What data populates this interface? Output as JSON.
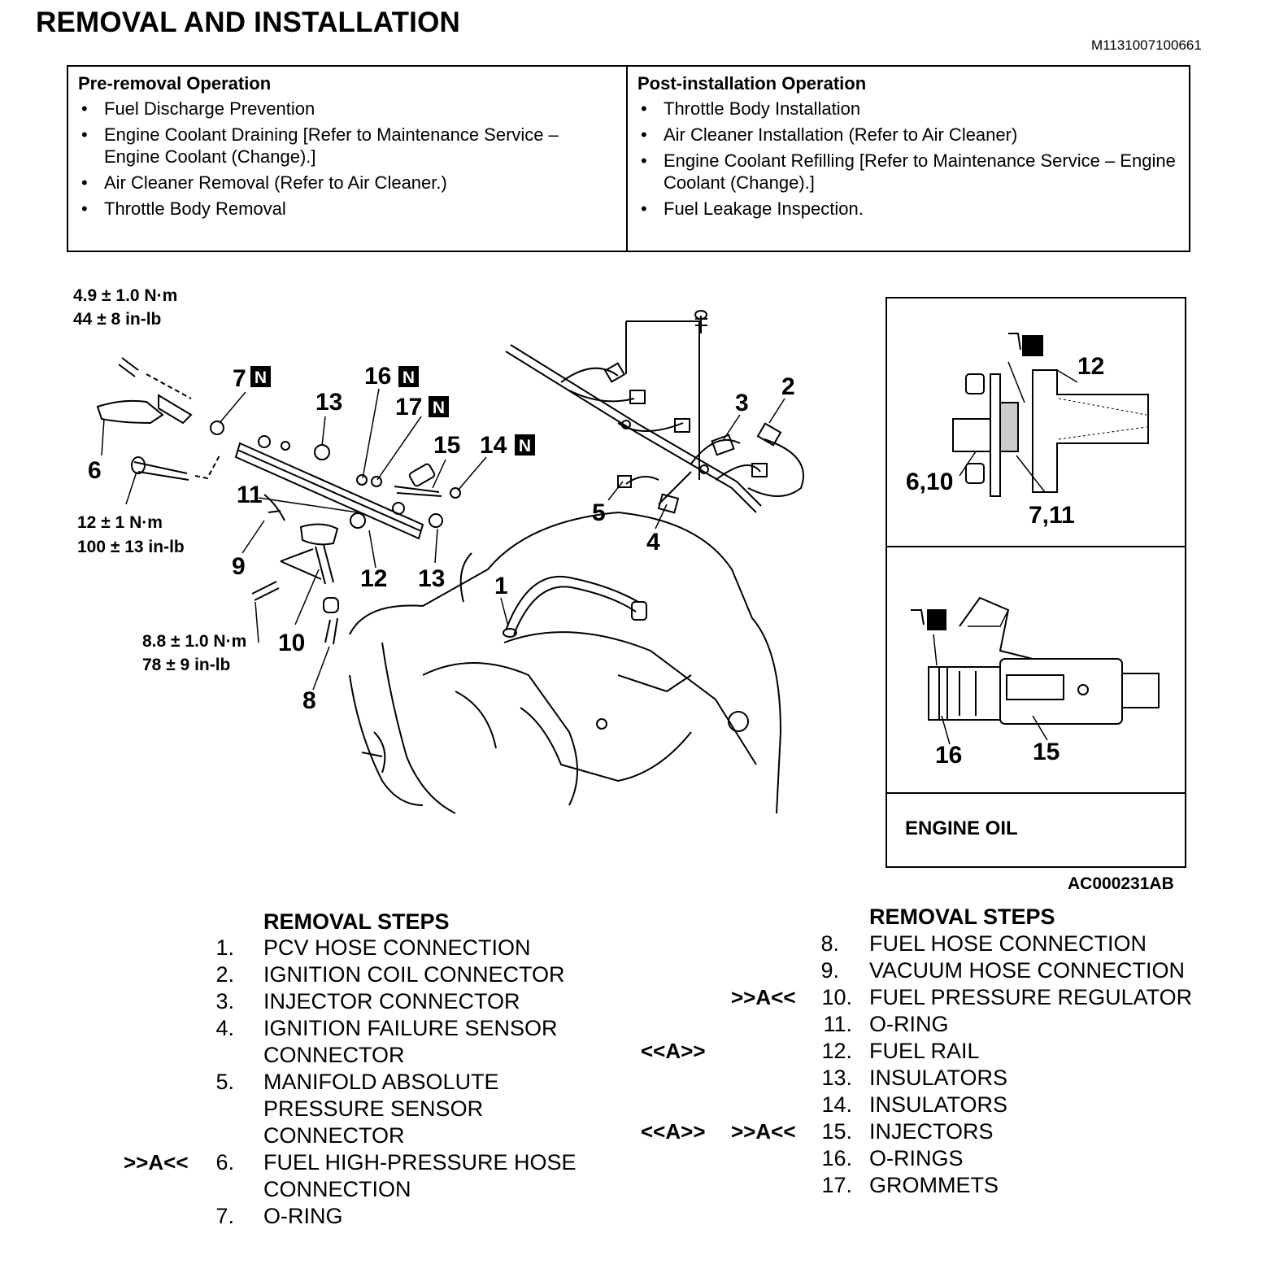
{
  "title": "REMOVAL AND INSTALLATION",
  "doc_id": "M1131007100661",
  "pre_removal": {
    "heading": "Pre-removal Operation",
    "items": [
      "Fuel Discharge Prevention",
      "Engine Coolant Draining [Refer to Maintenance Service – Engine Coolant (Change).]",
      "Air Cleaner Removal (Refer to Air Cleaner.)",
      "Throttle Body Removal"
    ]
  },
  "post_installation": {
    "heading": "Post-installation Operation",
    "items": [
      "Throttle Body Installation",
      "Air Cleaner Installation (Refer to Air Cleaner)",
      "Engine Coolant Refilling [Refer to Maintenance Service – Engine Coolant (Change).]",
      "Fuel Leakage Inspection."
    ]
  },
  "figure": {
    "torque_1": [
      "4.9 ± 1.0 N·m",
      "44 ± 8 in-lb"
    ],
    "torque_2": [
      "12 ± 1 N·m",
      "100 ± 13 in-lb"
    ],
    "torque_3": [
      "8.8 ± 1.0 N·m",
      "78 ± 9 in-lb"
    ],
    "callouts": {
      "c1": "1",
      "c2": "2",
      "c3": "3",
      "c4": "4",
      "c5": "5",
      "c6": "6",
      "c7": "7",
      "c8": "8",
      "c9": "9",
      "c10": "10",
      "c11": "11",
      "c12": "12",
      "c13a": "13",
      "c13b": "13",
      "c14": "14",
      "c15": "15",
      "c16": "16",
      "c17": "17"
    },
    "new_part_mark": "N",
    "detail_top": {
      "c12": "12",
      "c610": "6,10",
      "c711": "7,11"
    },
    "detail_bottom": {
      "c16": "16",
      "c15": "15"
    },
    "legend_label": "ENGINE OIL",
    "figure_id": "AC000231AB"
  },
  "removal_steps_left": {
    "heading": "REMOVAL STEPS",
    "steps": [
      {
        "num": "1.",
        "lines": [
          "PCV HOSE CONNECTION"
        ],
        "mark_a": "",
        "mark_b": ""
      },
      {
        "num": "2.",
        "lines": [
          "IGNITION COIL CONNECTOR"
        ],
        "mark_a": "",
        "mark_b": ""
      },
      {
        "num": "3.",
        "lines": [
          "INJECTOR CONNECTOR"
        ],
        "mark_a": "",
        "mark_b": ""
      },
      {
        "num": "4.",
        "lines": [
          "IGNITION FAILURE SENSOR",
          "CONNECTOR"
        ],
        "mark_a": "",
        "mark_b": ""
      },
      {
        "num": "5.",
        "lines": [
          "MANIFOLD ABSOLUTE",
          "PRESSURE SENSOR",
          "CONNECTOR"
        ],
        "mark_a": "",
        "mark_b": ""
      },
      {
        "num": "6.",
        "lines": [
          "FUEL HIGH-PRESSURE HOSE",
          "CONNECTION"
        ],
        "mark_a": "",
        "mark_b": ">>A<<"
      },
      {
        "num": "7.",
        "lines": [
          "O-RING"
        ],
        "mark_a": "",
        "mark_b": ""
      }
    ]
  },
  "removal_steps_right": {
    "heading": "REMOVAL STEPS",
    "steps": [
      {
        "num": "8.",
        "lines": [
          "FUEL HOSE CONNECTION"
        ],
        "mark_a": "",
        "mark_b": ""
      },
      {
        "num": "9.",
        "lines": [
          "VACUUM HOSE CONNECTION"
        ],
        "mark_a": "",
        "mark_b": ""
      },
      {
        "num": "10.",
        "lines": [
          "FUEL PRESSURE REGULATOR"
        ],
        "mark_a": "",
        "mark_b": ">>A<<"
      },
      {
        "num": "11.",
        "lines": [
          "O-RING"
        ],
        "mark_a": "",
        "mark_b": ""
      },
      {
        "num": "12.",
        "lines": [
          "FUEL RAIL"
        ],
        "mark_a": "<<A>>",
        "mark_b": ""
      },
      {
        "num": "13.",
        "lines": [
          "INSULATORS"
        ],
        "mark_a": "",
        "mark_b": ""
      },
      {
        "num": "14.",
        "lines": [
          "INSULATORS"
        ],
        "mark_a": "",
        "mark_b": ""
      },
      {
        "num": "15.",
        "lines": [
          "INJECTORS"
        ],
        "mark_a": "<<A>>",
        "mark_b": ">>A<<"
      },
      {
        "num": "16.",
        "lines": [
          "O-RINGS"
        ],
        "mark_a": "",
        "mark_b": ""
      },
      {
        "num": "17.",
        "lines": [
          "GROMMETS"
        ],
        "mark_a": "",
        "mark_b": ""
      }
    ]
  }
}
